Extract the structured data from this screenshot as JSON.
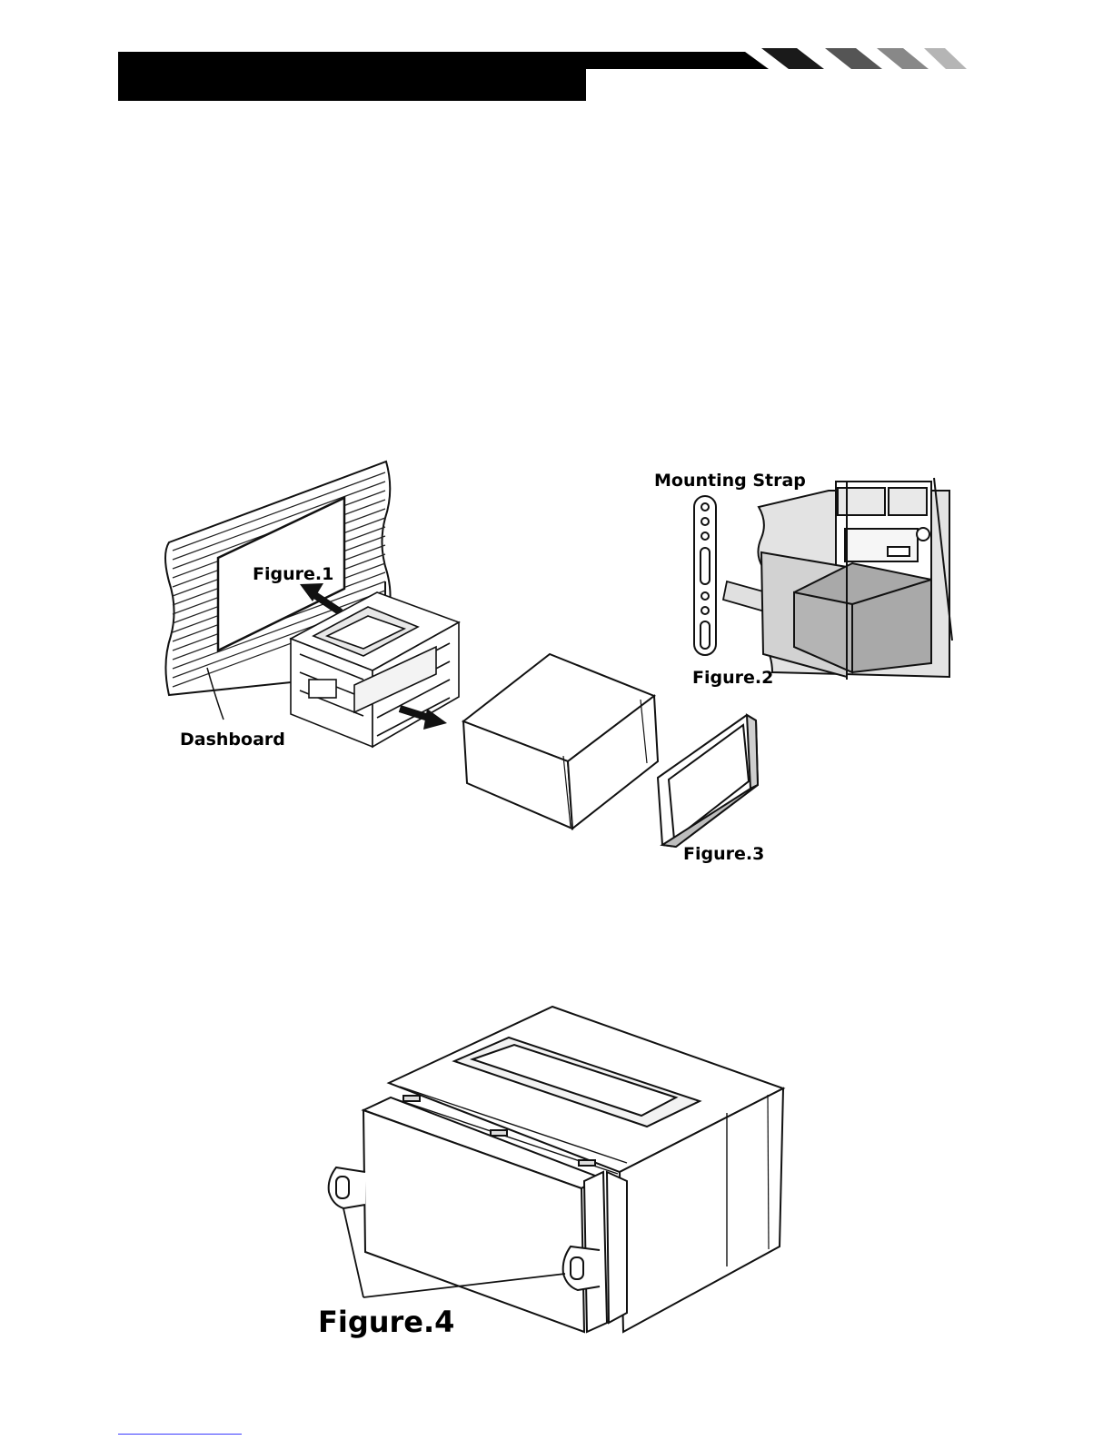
{
  "figures": {
    "figure1_label": "Figure.1",
    "dashboard_label": "Dashboard",
    "mounting_strap_label": "Mounting Strap",
    "figure2_label": "Figure.2",
    "figure3_label": "Figure.3",
    "figure4_label": "Figure.4"
  },
  "colors": {
    "header_black": "#000000",
    "stripe_gray": "#9a9a9a",
    "line": "#111111",
    "shade": "#d6d6d6",
    "dark_shade": "#a9a9a9"
  }
}
